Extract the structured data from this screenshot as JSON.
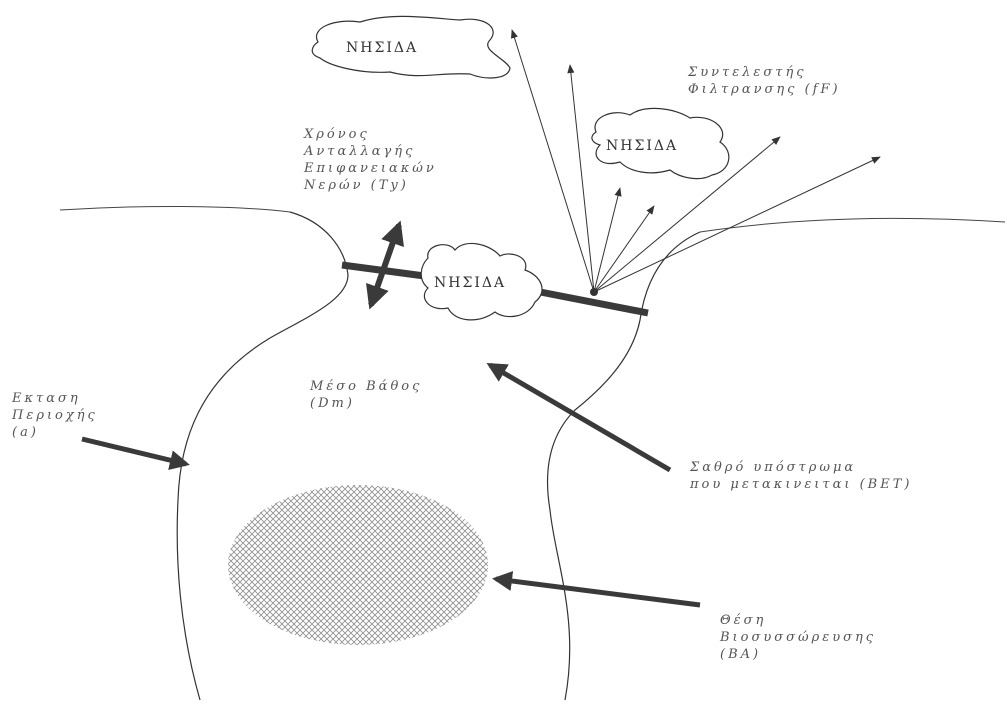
{
  "islands": {
    "top_left": "ΝΗΣΙΔΑ",
    "middle": "ΝΗΣΙΔΑ",
    "on_surface": "ΝΗΣΙΔΑ"
  },
  "labels": {
    "filtration": [
      "Συντελεστής",
      "Φιλτρανσης (fF)"
    ],
    "exchange_time": [
      "Χρόνος",
      "Ανταλλαγής",
      "Επιφανειακών",
      "Νερών (Ty)"
    ],
    "mean_depth": [
      "Μέσο Βάθος",
      "(Dm)"
    ],
    "area": [
      "Εκταση",
      "Περιοχής",
      "(a)"
    ],
    "sediment": [
      "Σαθρό υπόστρωμα",
      "που μετακινειται (BET)"
    ],
    "bioaccumulation": [
      "Θέση",
      "Βιοσυσσώρευσης",
      "(BA)"
    ]
  },
  "colors": {
    "line": "#333333",
    "thick_arrow": "#3a3a3a",
    "hatch": "#9a9a9a"
  }
}
